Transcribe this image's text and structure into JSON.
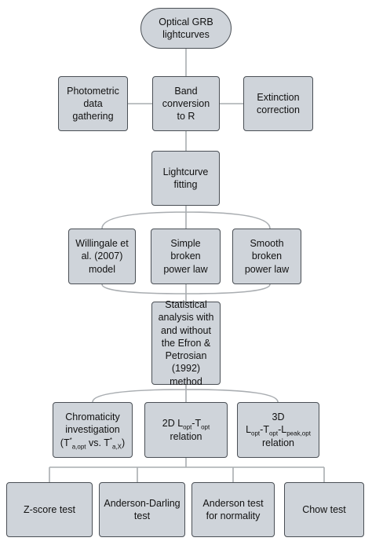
{
  "nodes": {
    "start": "Optical GRB\nlightcurves",
    "photometric": "Photometric\ndata\ngathering",
    "band": "Band\nconversion\nto R",
    "extinction": "Extinction\ncorrection",
    "lightcurve": "Lightcurve\nfitting",
    "willingale": "Willingale et\nal. (2007)\nmodel",
    "simple": "Simple\nbroken\npower law",
    "smooth": "Smooth\nbroken\npower law",
    "statistical": "Statistical\nanalysis with\nand without\nthe Efron &\nPetrosian\n(1992)\nmethod",
    "chromaticity": {
      "line1": "Chromaticity",
      "line2": "investigation",
      "open": "(T",
      "sup1": "*",
      "sub1": "a,opt",
      "vs": " vs. T",
      "sup2": "*",
      "sub2": "a,X",
      "close": ")"
    },
    "rel2d": {
      "prefix": "2D L",
      "sub1": "opt",
      "dash": "-T",
      "sub2": "opt",
      "suffix": "relation"
    },
    "rel3d": {
      "line1": "3D",
      "l": "L",
      "sub1": "opt",
      "t": "-T",
      "sub2": "opt",
      "l2": "-L",
      "sub3": "peak,opt",
      "suffix": "relation"
    },
    "zscore": "Z-score test",
    "anderson_darling": "Anderson-Darling\ntest",
    "anderson_normality": "Anderson test\nfor normality",
    "chow": "Chow test"
  },
  "colors": {
    "box_fill": "#cfd4da",
    "box_border": "#4a4f55",
    "connector": "#a9adb1"
  }
}
